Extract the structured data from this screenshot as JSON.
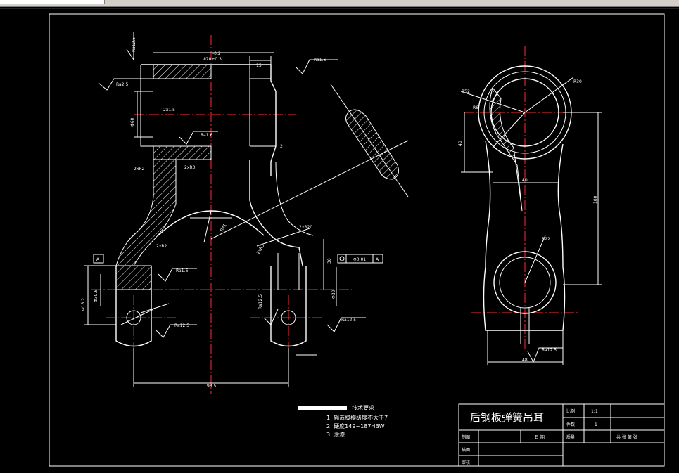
{
  "title_block": {
    "part_name": "后钢板弹簧吊耳",
    "scale_label": "比例",
    "scale_value": "1:1",
    "qty_label": "件数",
    "qty_value": "1",
    "weight_label": "质量",
    "sheet_info": "共 张 第 张",
    "drawn_by": "制图",
    "date_label": "日 期",
    "traced_by": "描图",
    "checked_by": "审核"
  },
  "notes": {
    "heading": "技术要求",
    "items": [
      "1. 输造拔模级度不大于7",
      "2. 硬度149~187HBW",
      "3. 涂漆"
    ]
  },
  "dimensions": {
    "d1": "Ra12.5",
    "d2": "-0.2",
    "d3": "Φ78±0.3",
    "d4": "Ra1.6",
    "d5": "15",
    "d6": "Ra2.5",
    "d7": "Φ60",
    "d8": "2x1.5",
    "d9": "Ra1.6",
    "d10": "2",
    "d11": "2xR2",
    "d12": "2xR3",
    "d13": "R41",
    "d14": "2xR20",
    "d15": "2xR3",
    "d16": "2xR2",
    "d17": "Ra1.6",
    "d18": "Φ0.01",
    "d19": "A",
    "d20": "30",
    "d21": "Φ30",
    "d22": "Φ18.2",
    "d23": "Φ30.6",
    "d24": "Ra12.5",
    "d25": "Ra12.5",
    "d26": "Ra12.5",
    "d27": "98.5",
    "d28": "A",
    "d29": "R6",
    "d30": "R52",
    "d31": "R30",
    "d32": "40",
    "d33": "180",
    "d34": "R22",
    "d35": "Ra12.5",
    "d36": "48",
    "d37": "40"
  }
}
